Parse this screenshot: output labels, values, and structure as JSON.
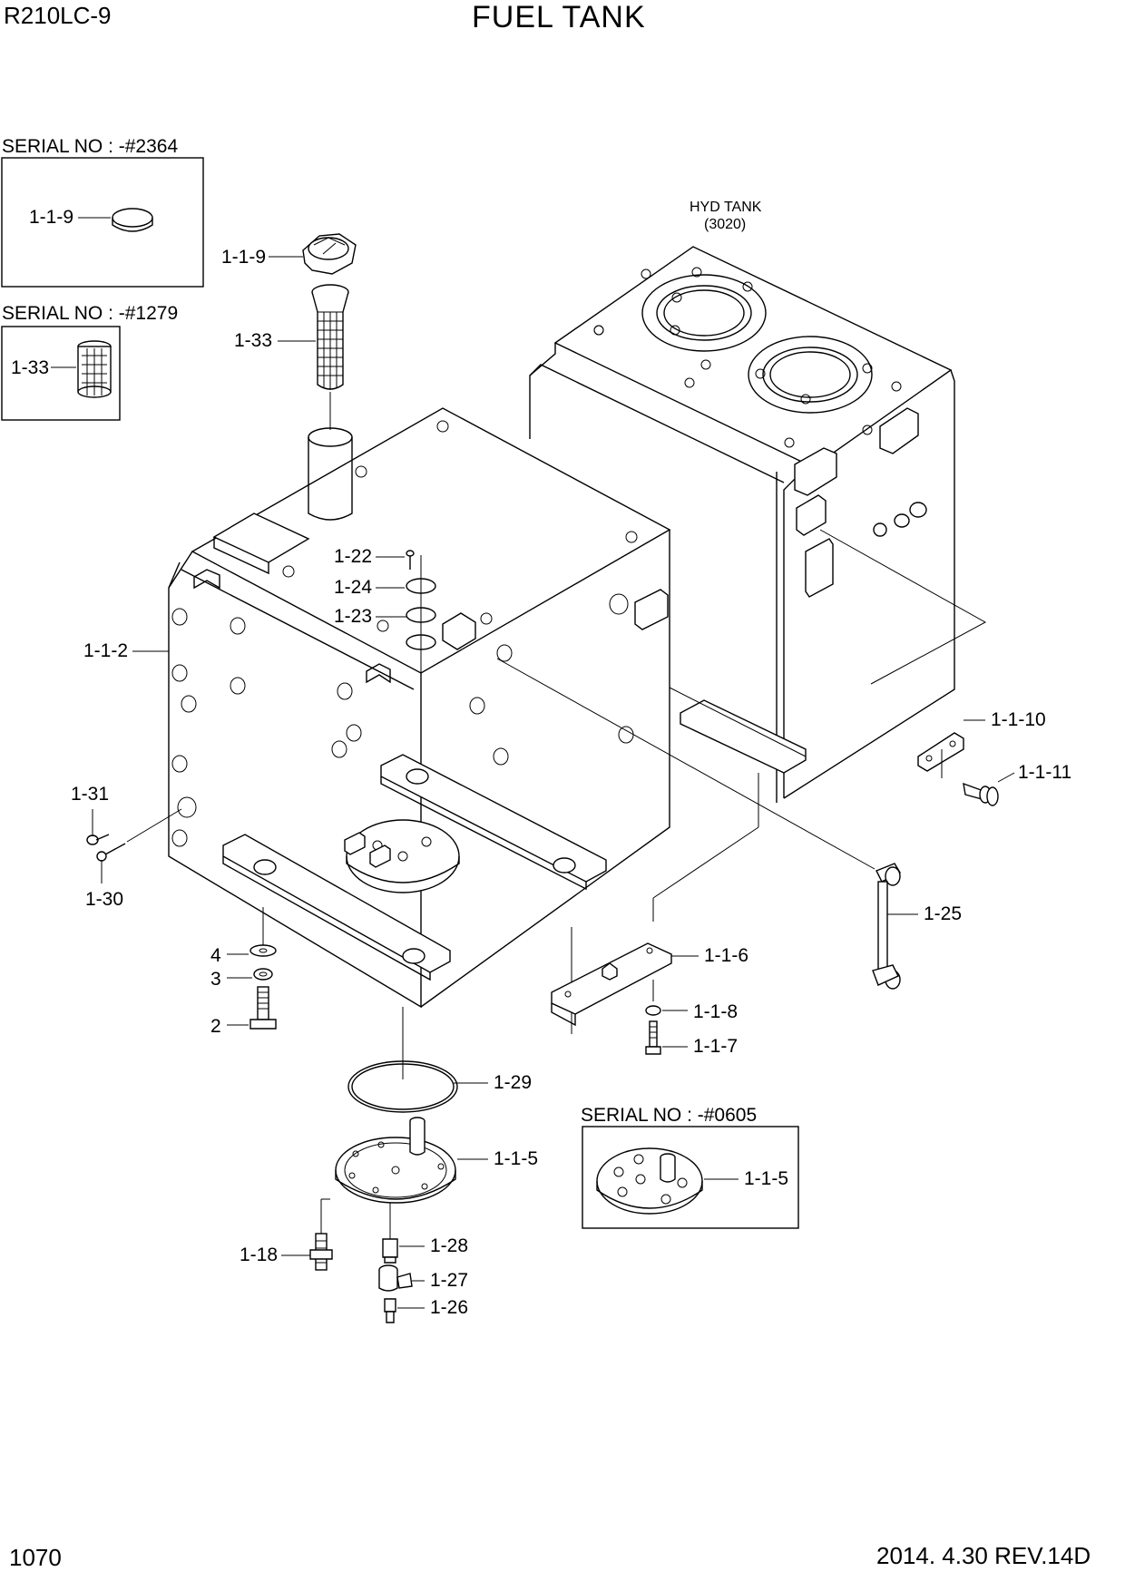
{
  "header": {
    "model": "R210LC-9",
    "title": "FUEL TANK"
  },
  "footer": {
    "page_number": "1070",
    "date_revision": "2014. 4.30  REV.14D"
  },
  "serial_boxes": {
    "cap": "SERIAL NO : -#2364",
    "strainer": "SERIAL NO : -#1279",
    "plate": "SERIAL NO : -#0605"
  },
  "hyd_tank": {
    "name": "HYD TANK",
    "ref": "(3020)"
  },
  "callouts": {
    "inset_cap": "1-1-9",
    "inset_strainer": "1-33",
    "inset_plate": "1-1-5",
    "cap": "1-1-9",
    "strainer": "1-33",
    "tank": "1-1-2",
    "bolt_122": "1-22",
    "flange_124": "1-24",
    "gasket_123": "1-23",
    "bracket_1110": "1-1-10",
    "bolt_1111": "1-1-11",
    "part_131": "1-31",
    "part_130": "1-30",
    "gauge_125": "1-25",
    "washer_4": "4",
    "washer_3": "3",
    "bolt_2": "2",
    "bracket_116": "1-1-6",
    "washer_118": "1-1-8",
    "bolt_117": "1-1-7",
    "oring_129": "1-29",
    "plate_115": "1-1-5",
    "stud_118b": "1-18",
    "plug_128": "1-28",
    "cock_127": "1-27",
    "nipple_126": "1-26"
  }
}
